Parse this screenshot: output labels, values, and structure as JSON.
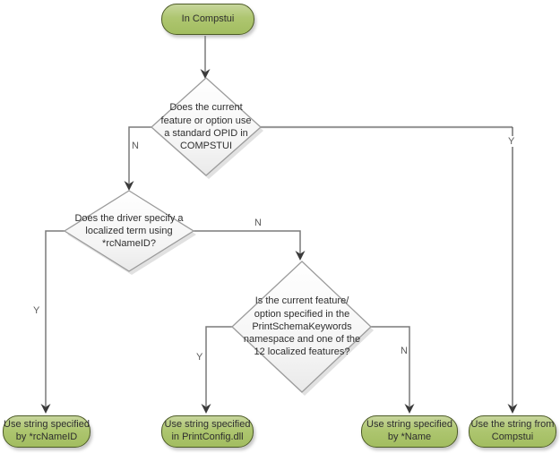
{
  "flowchart": {
    "start": {
      "label": "In Compstui"
    },
    "decisions": {
      "opid": {
        "label": "Does the current\nfeature or option use\na standard OPID in\nCOMPSTUI"
      },
      "driver": {
        "label": "Does the driver specify a\nlocalized term using\n*rcNameID?"
      },
      "schema": {
        "label": "Is the current feature/\noption specified in the\nPrintSchemaKeywords\nnamespace and one of the\n12 localized features?"
      }
    },
    "results": {
      "rcnameid": {
        "label": "Use string specified\nby *rcNameID"
      },
      "printconfig": {
        "label": "Use string specified\nin PrintConfig.dll"
      },
      "name": {
        "label": "Use string specified\nby *Name"
      },
      "compstui": {
        "label": "Use the string from\nCompstui"
      }
    },
    "branch_labels": {
      "opid_no": "N",
      "opid_yes": "Y",
      "driver_yes": "Y",
      "driver_no": "N",
      "schema_yes": "Y",
      "schema_no": "N"
    },
    "colors": {
      "terminator_fill": "#aec670",
      "terminator_fill_light": "#c7d69c",
      "terminator_border": "#4d5b27",
      "decision_fill_top": "#ffffff",
      "decision_fill_bottom": "#e9e9e9",
      "decision_border": "#9b9b9b",
      "connector": "#7a7a7a",
      "arrowhead": "#3a3a3a",
      "text": "#2e2e2e",
      "branch_label_text": "#595959"
    }
  }
}
